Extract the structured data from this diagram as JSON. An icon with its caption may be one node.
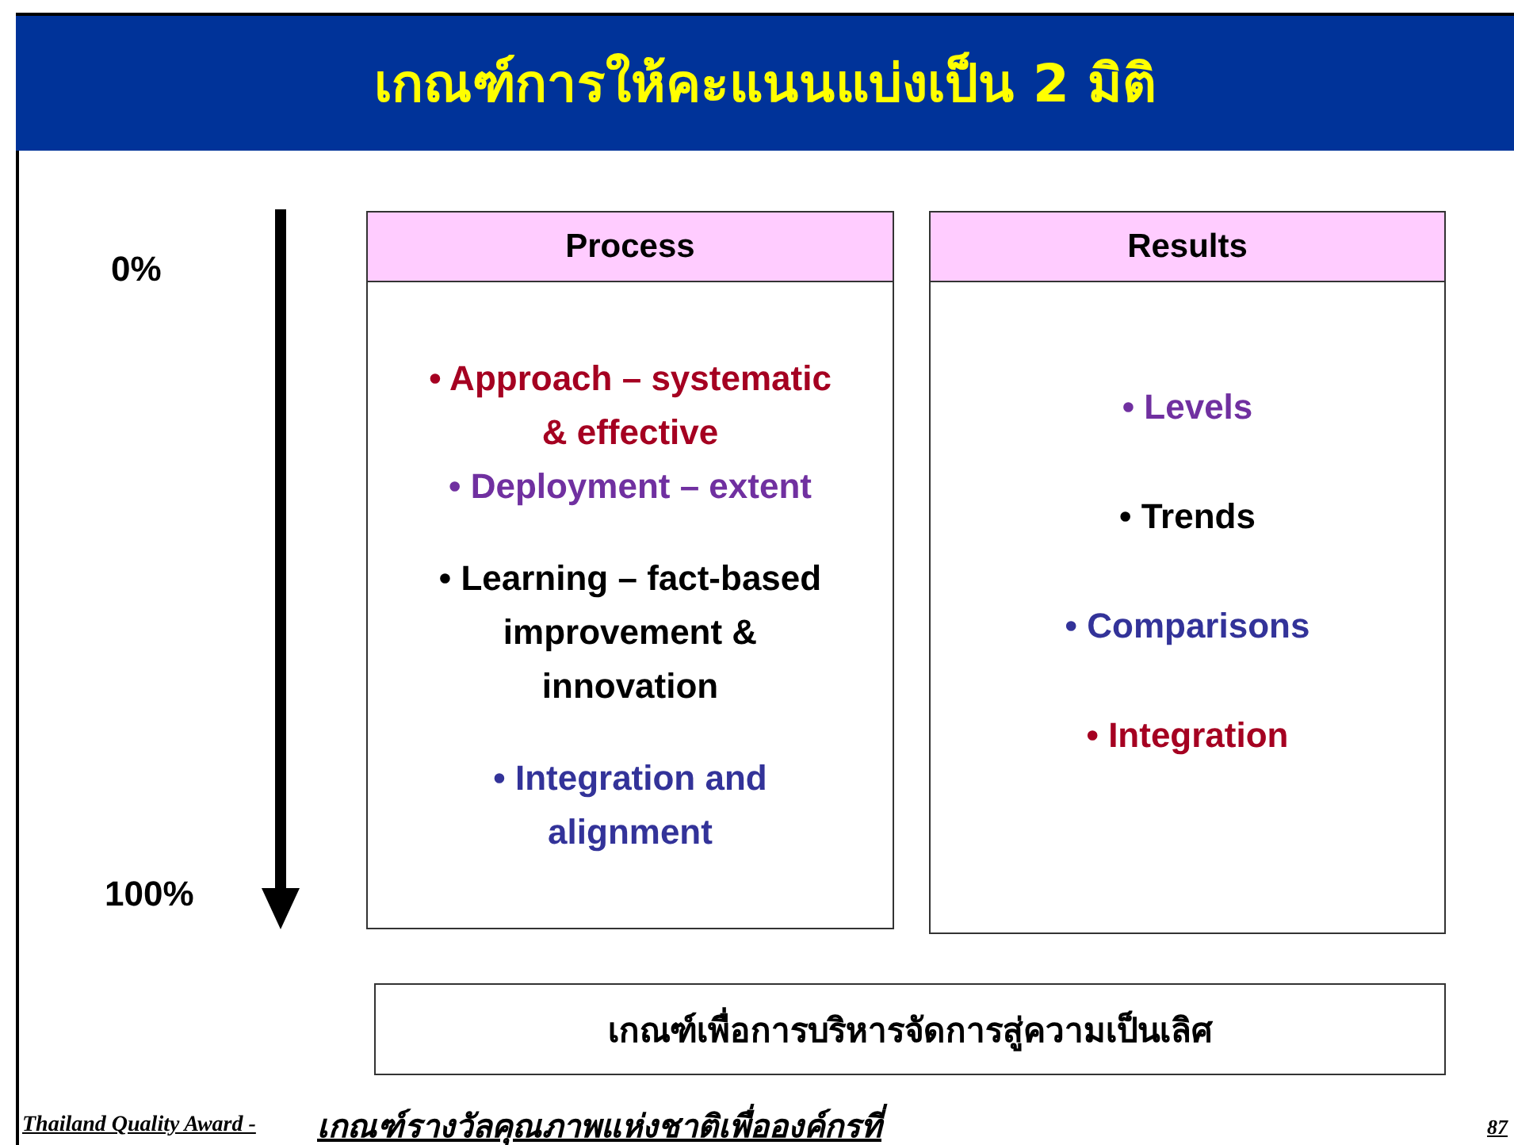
{
  "diagram": {
    "title": "เกณฑ์การให้คะแนนแบ่งเป็น 2 มิติ",
    "nodes": [
      {
        "text": [
          "Process",
          "• Approach – systematic & effective",
          "• Deployment – extent",
          "• Learning – fact-based improvement & innovation",
          "• Integration and alignment"
        ]
      },
      {
        "text": [
          "Results",
          "• Levels",
          "• Trends",
          "• Comparisons",
          "• Integration"
        ]
      },
      {
        "text": [
          "เกณฑ์เพื่อการบริหารจัดการสู่ความเป็นเลิศ"
        ]
      }
    ],
    "edges": [],
    "labels": [
      "0%",
      "100%",
      "Thailand Quality Award -",
      "เกณฑ์รางวัลคุณภาพแห่งชาติเพื่อองค์กรที่",
      "87"
    ]
  }
}
